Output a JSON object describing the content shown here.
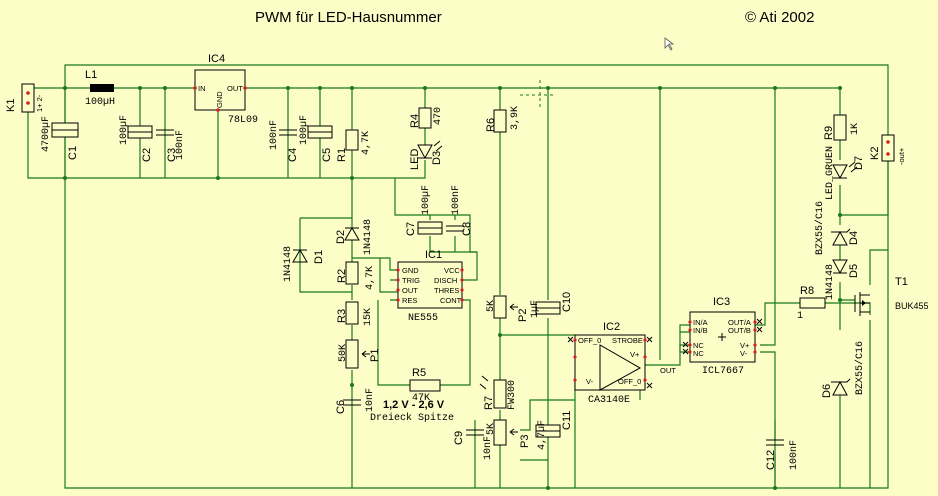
{
  "title": "PWM für LED-Hausnummer",
  "copyright": "© Ati 2002",
  "note": {
    "line1": "1,2 V - 2,6 V",
    "line2": "Dreieck Spitze"
  },
  "ic_ref": {
    "ic1": "IC1",
    "ic2": "IC2",
    "ic3": "IC3",
    "ic4": "IC4"
  },
  "ic_type": {
    "ic1": "NE555",
    "ic2": "CA3140E",
    "ic3": "ICL7667",
    "ic4": "78L09"
  },
  "ic4_pins": {
    "in": "IN",
    "out": "OUT",
    "gnd": "GND"
  },
  "ic1_pins": {
    "gnd": "GND",
    "trig": "TRIG",
    "out": "OUT",
    "res": "RES",
    "vcc": "VCC",
    "disch": "DISCH",
    "thres": "THRES",
    "cont": "CONT"
  },
  "ic2_pins": {
    "off0a": "OFF_0",
    "strobe": "STROBE",
    "vplus": "V+",
    "vminus": "V-",
    "off0b": "OFF_0",
    "out": "OUT"
  },
  "ic3_pins": {
    "ina": "IN/A",
    "inb": "IN/B",
    "outa": "OUT/A",
    "outb": "OUT/B",
    "nc1": "NC",
    "nc2": "NC",
    "vplus": "V+",
    "vminus": "V-"
  },
  "resistors": {
    "r1": {
      "ref": "R1",
      "val": "4,7K"
    },
    "r2": {
      "ref": "R2",
      "val": "4,7K"
    },
    "r3": {
      "ref": "R3",
      "val": "15K"
    },
    "r4": {
      "ref": "R4",
      "val": "470"
    },
    "r5": {
      "ref": "R5",
      "val": "47K"
    },
    "r6": {
      "ref": "R6",
      "val": "3,9K"
    },
    "r7": {
      "ref": "R7",
      "val": "FW300"
    },
    "r8": {
      "ref": "R8",
      "val": "1"
    },
    "r9": {
      "ref": "R9",
      "val": "1K"
    }
  },
  "pots": {
    "p1": {
      "ref": "P1",
      "val": "50K"
    },
    "p2": {
      "ref": "P2",
      "val": "5K"
    },
    "p3": {
      "ref": "P3",
      "val": "5K"
    }
  },
  "capacitors": {
    "c1": {
      "ref": "C1",
      "val": "4700µF"
    },
    "c2": {
      "ref": "C2",
      "val": "100µF"
    },
    "c3": {
      "ref": "C3",
      "val": "100nF"
    },
    "c4": {
      "ref": "C4",
      "val": "100nF"
    },
    "c5": {
      "ref": "C5",
      "val": "100µF"
    },
    "c6": {
      "ref": "C6",
      "val": "10nF"
    },
    "c7": {
      "ref": "C7",
      "val": "100µF"
    },
    "c8": {
      "ref": "C8",
      "val": "100nF"
    },
    "c9": {
      "ref": "C9",
      "val": "10nF"
    },
    "c10": {
      "ref": "C10",
      "val": "1µF"
    },
    "c11": {
      "ref": "C11",
      "val": "4,7µF"
    },
    "c12": {
      "ref": "C12",
      "val": "100nF"
    }
  },
  "diodes": {
    "d1": {
      "ref": "D1",
      "val": "1N4148"
    },
    "d2": {
      "ref": "D2",
      "val": "1N4148"
    },
    "d3": {
      "ref": "D3",
      "val": "LED"
    },
    "d4": {
      "ref": "D4",
      "val": "BZX55/C16"
    },
    "d5": {
      "ref": "D5",
      "val": "1N4148"
    },
    "d6": {
      "ref": "D6",
      "val": "BZX55/C16"
    },
    "d7": {
      "ref": "D7",
      "val": "LED_GRUEN"
    }
  },
  "inductor": {
    "ref": "L1",
    "val": "100µH"
  },
  "transistor": {
    "ref": "T1",
    "val": "BUK455"
  },
  "connectors": {
    "k1": {
      "ref": "K1",
      "pins": "1+ 2-"
    },
    "k2": {
      "ref": "K2",
      "pins": "-out+"
    }
  },
  "colors": {
    "background": "#FDFDC8",
    "wire": "#1a7a1a",
    "pin": "#d62020",
    "component": "#000000"
  },
  "icons": {
    "cursor": "mouse-pointer-icon"
  }
}
